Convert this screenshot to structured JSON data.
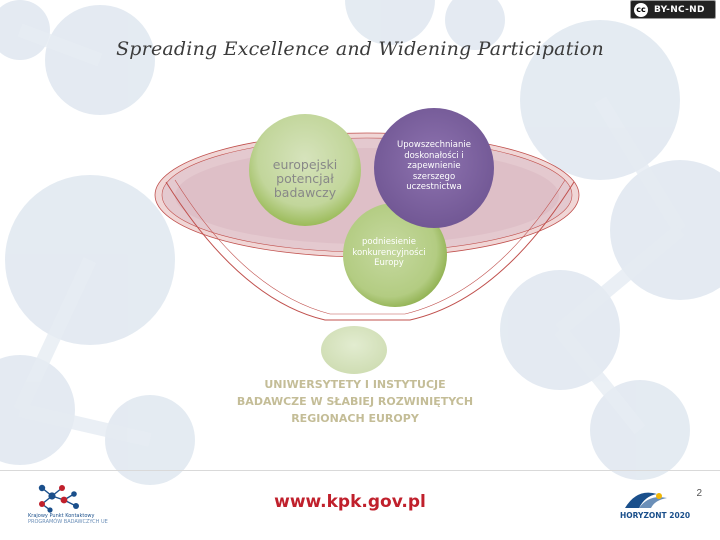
{
  "license": {
    "label": "BY-NC-ND",
    "symbol": "cc"
  },
  "slide": {
    "title": "Spreading Excellence and Widening Participation",
    "page_number": "2"
  },
  "diagram": {
    "circles": [
      {
        "id": "europ",
        "text": "europejski potencjał badawczy",
        "color": "#9bbb59"
      },
      {
        "id": "upow",
        "text": "Upowszechnianie doskonałości i zapewnienie szerszego uczestnictwa",
        "color": "#8064a2"
      },
      {
        "id": "podn",
        "text": "podniesienie konkurencyjności Europy",
        "color": "#9bbb59"
      }
    ],
    "funnel_output": {
      "lines": [
        "UNIWERSYTETY I INSTYTUCJE",
        "BADAWCZE W SŁABIEJ ROZWINIĘTYCH",
        "REGIONACH EUROPY"
      ],
      "color": "#c4bd97"
    }
  },
  "footer": {
    "url": "www.kpk.gov.pl",
    "kpk_logo": {
      "line1": "Krajowy Punkt Kontaktowy",
      "line2": "PROGRAMÓW BADAWCZYCH UE",
      "icon": "kpk-molecule-icon"
    },
    "horizon_logo": {
      "text": "HORYZONT 2020",
      "icon": "horizon-globe-icon"
    }
  },
  "colors": {
    "background_circles": "#dbe4ee",
    "funnel_stroke": "#c0504d",
    "funnel_fill": "#f2dcdb",
    "accent_red": "#c0202c"
  }
}
